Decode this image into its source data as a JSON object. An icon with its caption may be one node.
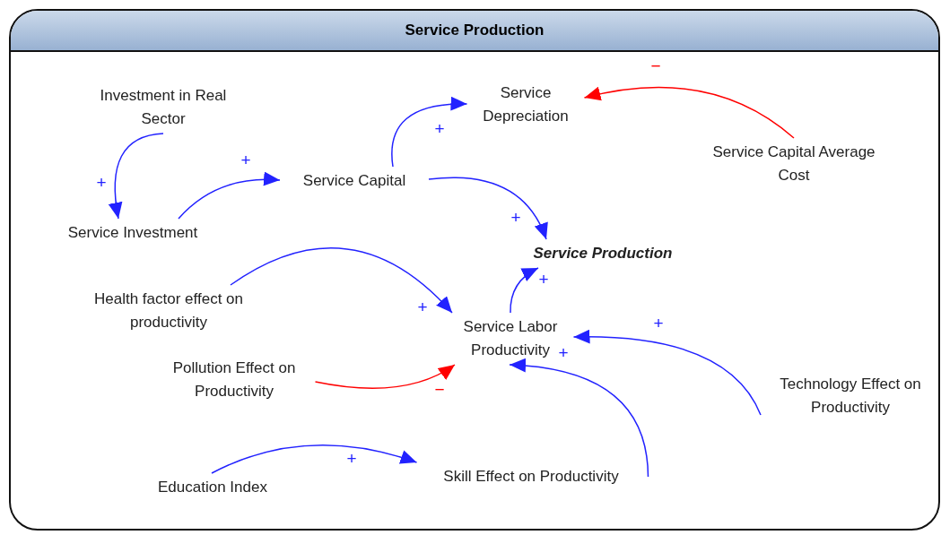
{
  "diagram": {
    "nodes": [
      {
        "text": [
          "Service Production"
        ]
      },
      {
        "text": [
          "Investment in Real Sector"
        ],
        "in": 0
      },
      {
        "text": [
          "Service Investment"
        ],
        "in": 0
      },
      {
        "text": [
          "Service Capital"
        ],
        "in": 0
      },
      {
        "text": [
          "Service Depreciation"
        ],
        "in": 0
      },
      {
        "text": [
          "Service Capital Average Cost"
        ],
        "in": 0
      },
      {
        "text": [
          "Service Production"
        ],
        "in": 0
      },
      {
        "text": [
          "Health factor effect on productivity"
        ],
        "in": 0
      },
      {
        "text": [
          "Service Labor Productivity"
        ],
        "in": 0
      },
      {
        "text": [
          "Pollution Effect on Productivity"
        ],
        "in": 0
      },
      {
        "text": [
          "Technology Effect on Productivity"
        ],
        "in": 0
      },
      {
        "text": [
          "Education Index"
        ],
        "in": 0
      },
      {
        "text": [
          "Skill Effect on Productivity"
        ],
        "in": 0
      }
    ],
    "edges": [
      {
        "from": 1,
        "to": 2,
        "arrow": "to",
        "label": "+"
      },
      {
        "from": 2,
        "to": 3,
        "arrow": "to",
        "label": "+"
      },
      {
        "from": 3,
        "to": 4,
        "arrow": "to",
        "label": "+"
      },
      {
        "from": 5,
        "to": 4,
        "arrow": "to",
        "label": "−",
        "color": "#ff0000"
      },
      {
        "from": 3,
        "to": 6,
        "arrow": "to",
        "label": "+"
      },
      {
        "from": 7,
        "to": 8,
        "arrow": "to",
        "label": "+"
      },
      {
        "from": 8,
        "to": 6,
        "arrow": "to",
        "label": "+"
      },
      {
        "from": 9,
        "to": 8,
        "arrow": "to",
        "label": "−",
        "color": "#ff0000"
      },
      {
        "from": 10,
        "to": 8,
        "arrow": "to",
        "label": "+"
      },
      {
        "from": 11,
        "to": 12,
        "arrow": "to",
        "label": "+"
      },
      {
        "from": 12,
        "to": 8,
        "arrow": "to",
        "label": "+"
      }
    ]
  }
}
